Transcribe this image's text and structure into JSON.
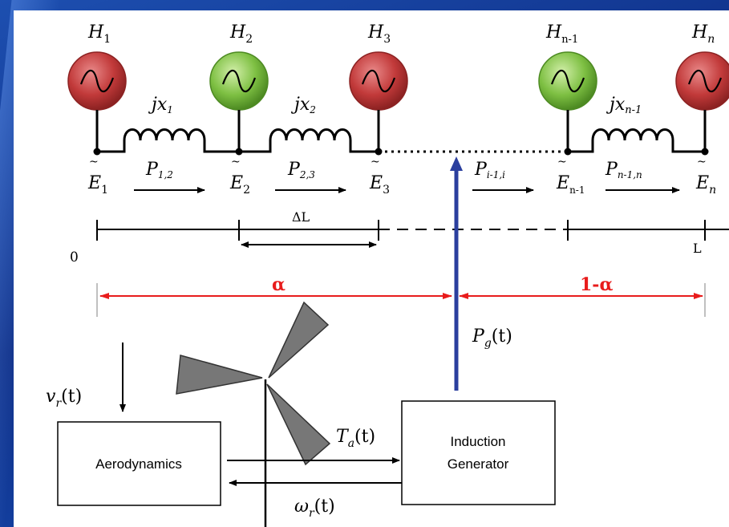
{
  "diagram": {
    "generators": [
      {
        "name": "H",
        "sub": "1",
        "color": "red"
      },
      {
        "name": "H",
        "sub": "2",
        "color": "green"
      },
      {
        "name": "H",
        "sub": "3",
        "color": "red"
      },
      {
        "name": "H",
        "sub": "n-1",
        "color": "green"
      },
      {
        "name": "H",
        "sub": "n",
        "color": "red"
      }
    ],
    "reactances": [
      {
        "main": "jx",
        "sub": "1"
      },
      {
        "main": "jx",
        "sub": "2"
      },
      {
        "main": "jx",
        "sub": "n-1"
      }
    ],
    "nodes": [
      {
        "main": "E",
        "sub": "1"
      },
      {
        "main": "E",
        "sub": "2"
      },
      {
        "main": "E",
        "sub": "3"
      },
      {
        "main": "E",
        "sub": "n-1"
      },
      {
        "main": "E",
        "sub": "n"
      }
    ],
    "power_flows": [
      {
        "main": "P",
        "sub": "1,2"
      },
      {
        "main": "P",
        "sub": "2,3"
      },
      {
        "main": "P",
        "sub": "i-1,i"
      },
      {
        "main": "P",
        "sub": "n-1,n"
      }
    ],
    "scale": {
      "start": "0",
      "delta": "ΔL",
      "end": "L"
    },
    "alpha_left": "α",
    "alpha_right": "1-α",
    "injection": {
      "main": "P",
      "sub": "g",
      "arg": "(t)"
    },
    "wind_speed": {
      "main": "v",
      "sub": "r",
      "arg": "(t)"
    },
    "torque": {
      "main": "T",
      "sub": "a",
      "arg": "(t)"
    },
    "rotor_speed": {
      "main": "ω",
      "sub": "r",
      "arg": "(t)"
    },
    "blocks": {
      "aerodynamics": "Aerodynamics",
      "generator_line1": "Induction",
      "generator_line2": "Generator"
    },
    "colors": {
      "red_gen": "#c23a3a",
      "green_gen": "#7ec043",
      "alpha_arrow": "#e81c1c",
      "injection_arrow": "#2b3f9e",
      "background": "#1a44a8"
    }
  }
}
